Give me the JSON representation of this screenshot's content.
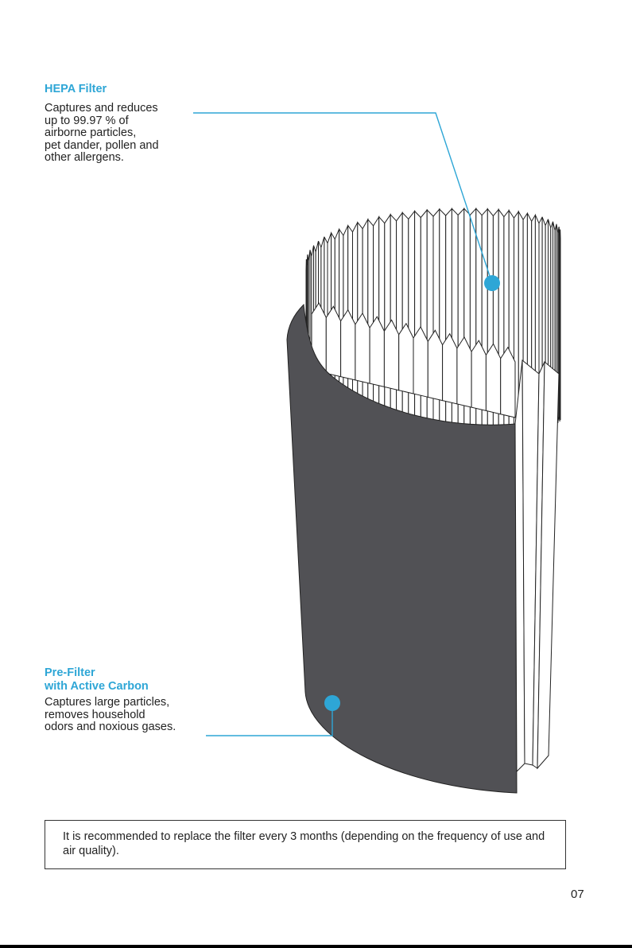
{
  "hepa": {
    "title": "HEPA Filter",
    "description": "Captures and reduces\nup to 99.97 % of\nairborne particles,\npet dander, pollen and\nother allergens."
  },
  "prefilter": {
    "title_line1": "Pre-Filter",
    "title_line2": "with Active Carbon",
    "description": "Captures large particles,\nremoves household\nodors and noxious gases."
  },
  "note": "It is recommended to replace the filter every 3 months (depending on the frequency of use and air quality).",
  "page_number": "07",
  "colors": {
    "accent": "#2ea6d6",
    "carbon": "#515155",
    "outline": "#222222"
  }
}
